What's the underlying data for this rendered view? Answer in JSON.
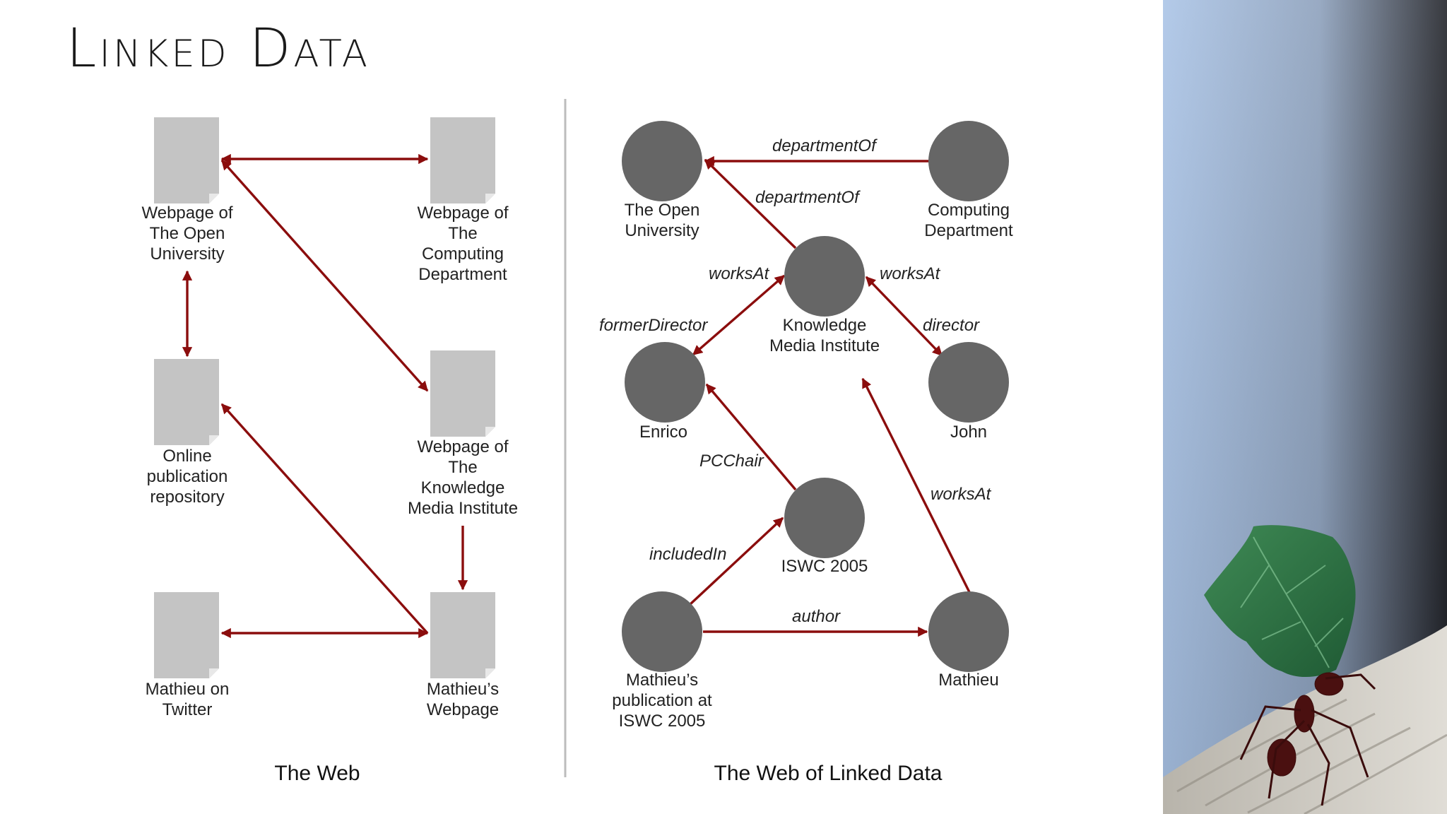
{
  "title": "Linked Data",
  "web": {
    "caption": "The Web",
    "pages": {
      "open_university": "Webpage of\nThe Open\nUniversity",
      "computing_department": "Webpage of\nThe\nComputing\nDepartment",
      "publication_repository": "Online\npublication\nrepository",
      "kmi": "Webpage of\nThe\nKnowledge\nMedia Institute",
      "twitter": "Mathieu on\nTwitter",
      "mathieu_webpage": "Mathieu’s\nWebpage"
    }
  },
  "linked_data": {
    "caption": "The Web of Linked Data",
    "nodes": {
      "open_university": "The Open\nUniversity",
      "computing_department": "Computing\nDepartment",
      "kmi": "Knowledge\nMedia Institute",
      "enrico": "Enrico",
      "john": "John",
      "iswc": "ISWC 2005",
      "publication": "Mathieu’s\npublication at\nISWC 2005",
      "mathieu": "Mathieu"
    },
    "edges": {
      "dept_of_top": "departmentOf",
      "dept_of_kmi": "departmentOf",
      "works_at_left": "worksAt",
      "works_at_right": "worksAt",
      "former_director": "formerDirector",
      "director": "director",
      "pc_chair": "PCChair",
      "included_in": "includedIn",
      "author": "author",
      "works_at_mathieu": "worksAt"
    }
  },
  "colors": {
    "arrow": "#8b0d0d",
    "node": "#666666",
    "page": "#c4c4c4",
    "divider": "#bdbdbd"
  }
}
